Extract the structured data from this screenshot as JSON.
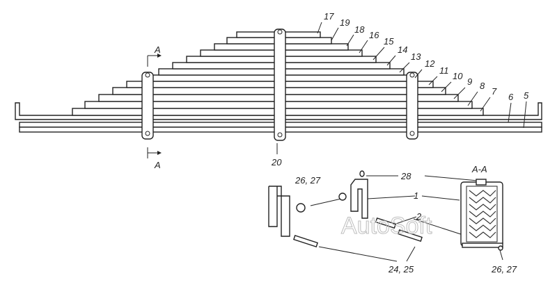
{
  "diagram": {
    "leaf_labels": [
      "17",
      "19",
      "18",
      "16",
      "15",
      "14",
      "13",
      "12",
      "11",
      "10",
      "9",
      "8",
      "7",
      "6",
      "5"
    ],
    "section_mark_top": "A",
    "section_mark_bottom": "A",
    "clamp_label": "20",
    "nut_label": "26, 27",
    "rivet_label": "28",
    "clamp_part_label": "1",
    "bolt_label": "2",
    "bolts_label": "24, 25",
    "section_title": "A-A",
    "section_nut_label": "26, 27",
    "watermark": "AutoSoft"
  }
}
